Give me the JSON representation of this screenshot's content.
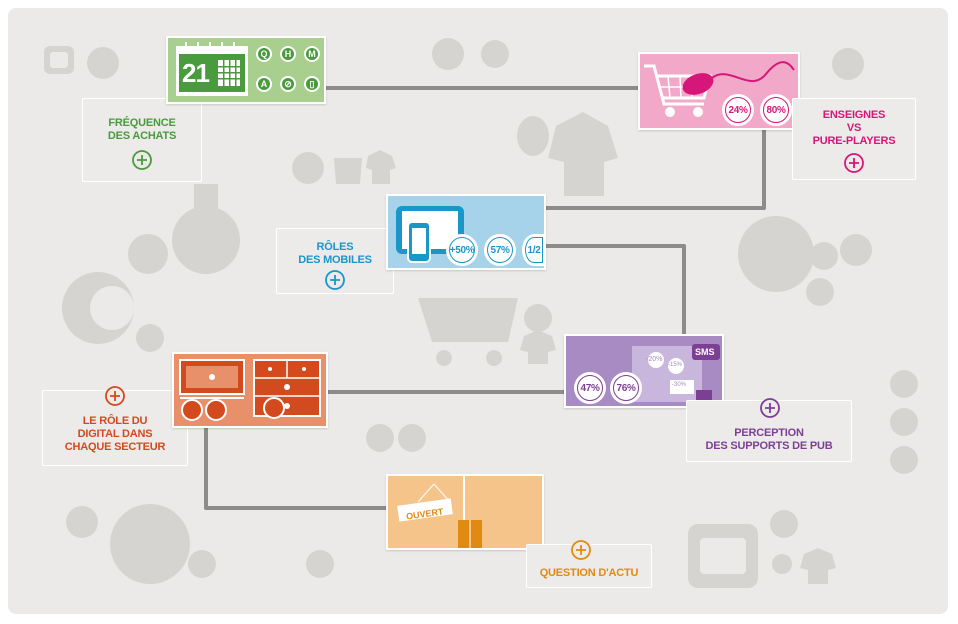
{
  "colors": {
    "background": "#eceae8",
    "connector": "#8c8c8c",
    "decor": "#d6d4d1",
    "green": "#4a9a3e",
    "pink": "#d7167a",
    "blue": "#1a96c8",
    "purple": "#7d3f93",
    "red": "#d24a1e",
    "orange": "#e08a12"
  },
  "nodes": {
    "frequence": {
      "label": "FRÉQUENCE\nDES ACHATS",
      "calendar_day": "21",
      "badges": [
        "Q",
        "H",
        "M",
        "A",
        "⊘",
        "▯"
      ]
    },
    "enseignes": {
      "label": "ENSEIGNES\nVS\nPURE-PLAYERS",
      "stats": [
        "24%",
        "80%"
      ]
    },
    "mobiles": {
      "label": "RÔLES\nDES MOBILES",
      "stats": [
        "+50%",
        "57%",
        "1/2"
      ]
    },
    "perception": {
      "label": "PERCEPTION\nDES SUPPORTS DE PUB",
      "stats": [
        "47%",
        "76%"
      ],
      "sms": "SMS",
      "discounts": [
        "-20%",
        "-15%",
        "-30%"
      ]
    },
    "digital": {
      "label": "LE RÔLE DU\nDIGITAL DANS\nCHAQUE SECTEUR"
    },
    "actu": {
      "label": "QUESTION D'ACTU",
      "sign": "OUVERT"
    }
  },
  "decor_icons": [
    "tv-icon",
    "ball-icon",
    "percent-icon",
    "leaf-icon",
    "pet-icon",
    "shirt-icon",
    "baby-stroller-icon",
    "euro-icon",
    "cart-icon",
    "apple-icon",
    "ring-icon",
    "book-icon",
    "glasses-icon",
    "gear-icon",
    "perfume-icon",
    "steering-wheel-icon",
    "bag-icon",
    "cc-icon"
  ]
}
